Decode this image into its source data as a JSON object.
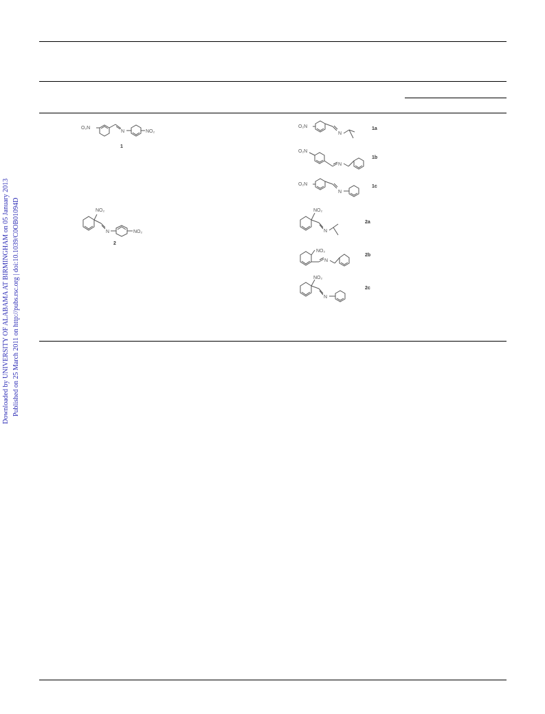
{
  "sidebar": {
    "line1": "Downloaded by UNIVERSITY OF ALABAMA AT BIRMINGHAM on 05 January 2013",
    "line2": "Published on 25 March 2011 on http://pubs.rsc.org | doi:10.1039/C0OB01094D"
  },
  "structures": {
    "c1": {
      "label": "1",
      "left": "O₂N",
      "right": "NO₂",
      "n": "N"
    },
    "c2": {
      "label": "2",
      "top": "NO₂",
      "right": "NO₂",
      "n": "N"
    },
    "c1a": {
      "label": "1a",
      "left": "O₂N",
      "n": "N"
    },
    "c1b": {
      "label": "1b",
      "left": "O₂N",
      "n": "N"
    },
    "c1c": {
      "label": "1c",
      "left": "O₂N",
      "n": "N"
    },
    "c2a": {
      "label": "2a",
      "top": "NO₂",
      "n": "N"
    },
    "c2b": {
      "label": "2b",
      "top": "NO₂",
      "n": "N"
    },
    "c2c": {
      "label": "2c",
      "top": "NO₂",
      "n": "N"
    }
  }
}
